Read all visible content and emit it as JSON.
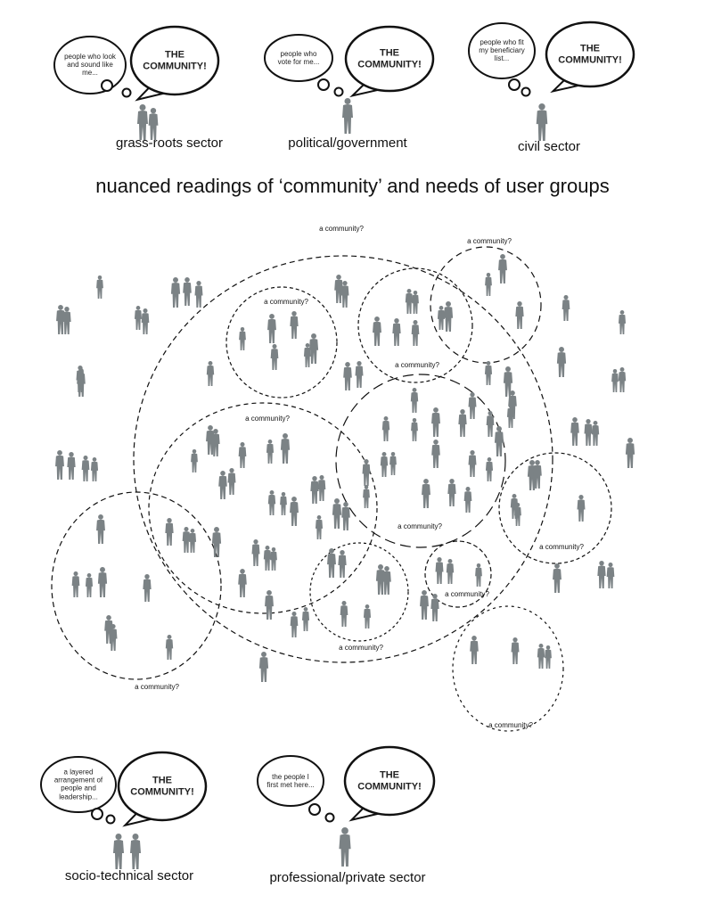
{
  "title": "nuanced readings of ‘community’ and needs of user groups",
  "sectors": [
    {
      "name": "grass-roots sector",
      "thought": "people who look and sound like me...",
      "shout": "THE COMMUNITY!"
    },
    {
      "name": "political/government",
      "thought": "people who vote for me...",
      "shout": "THE COMMUNITY!"
    },
    {
      "name": "civil sector",
      "thought": "people who fit my beneficiary list...",
      "shout": "THE COMMUNITY!"
    },
    {
      "name": "socio-technical sector",
      "thought": "a layered arrangement of people and leadership...",
      "shout": "THE COMMUNITY!"
    },
    {
      "name": "professional/private sector",
      "thought": "the people I first met here...",
      "shout": "THE COMMUNITY!"
    }
  ],
  "community_label": "a community?",
  "colors": {
    "figure": "#7b8285",
    "line": "#111111"
  }
}
